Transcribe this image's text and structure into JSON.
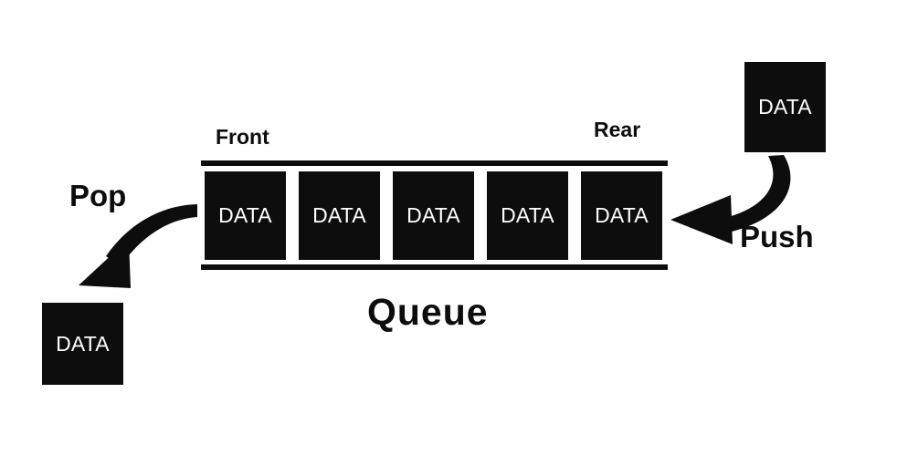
{
  "diagram": {
    "title_label": "Queue",
    "background_color": "#ffffff",
    "box_color": "#0d0d0d",
    "box_text_color": "#ffffff",
    "line_color": "#0d0d0d"
  },
  "queue": {
    "front_label": "Front",
    "rear_label": "Rear",
    "cells": [
      {
        "label": "DATA"
      },
      {
        "label": "DATA"
      },
      {
        "label": "DATA"
      },
      {
        "label": "DATA"
      },
      {
        "label": "DATA"
      }
    ]
  },
  "operations": {
    "push": {
      "label": "Push",
      "source_box_label": "DATA"
    },
    "pop": {
      "label": "Pop",
      "target_box_label": "DATA"
    }
  }
}
